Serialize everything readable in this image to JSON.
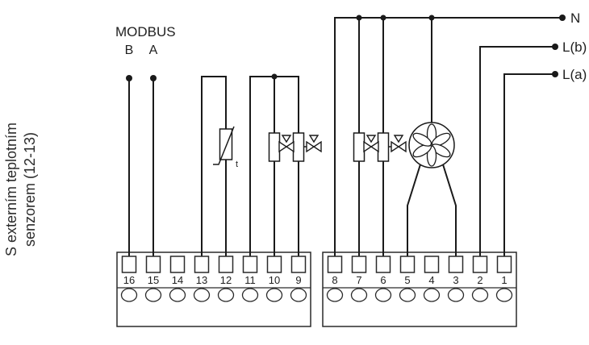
{
  "side_note": {
    "line1": "S externím teplotním",
    "line2": "senzorem (12-13)"
  },
  "labels": {
    "modbus": "MODBUS",
    "modbus_b": "B",
    "modbus_a": "A",
    "neutral": "N",
    "line_b": "L(b)",
    "line_a": "L(a)",
    "thermistor": "t"
  },
  "blocks": {
    "left": {
      "numbers": [
        "16",
        "15",
        "14",
        "13",
        "12",
        "11",
        "10",
        "9"
      ]
    },
    "right": {
      "numbers": [
        "8",
        "7",
        "6",
        "5",
        "4",
        "3",
        "2",
        "1"
      ]
    }
  },
  "symbols": [
    "thermistor-sensor",
    "valve-actuator",
    "three-way-valve",
    "fan-motor"
  ],
  "colors": {
    "line": "#1a1a1a",
    "text": "#1f1f1f",
    "background": "#ffffff"
  }
}
